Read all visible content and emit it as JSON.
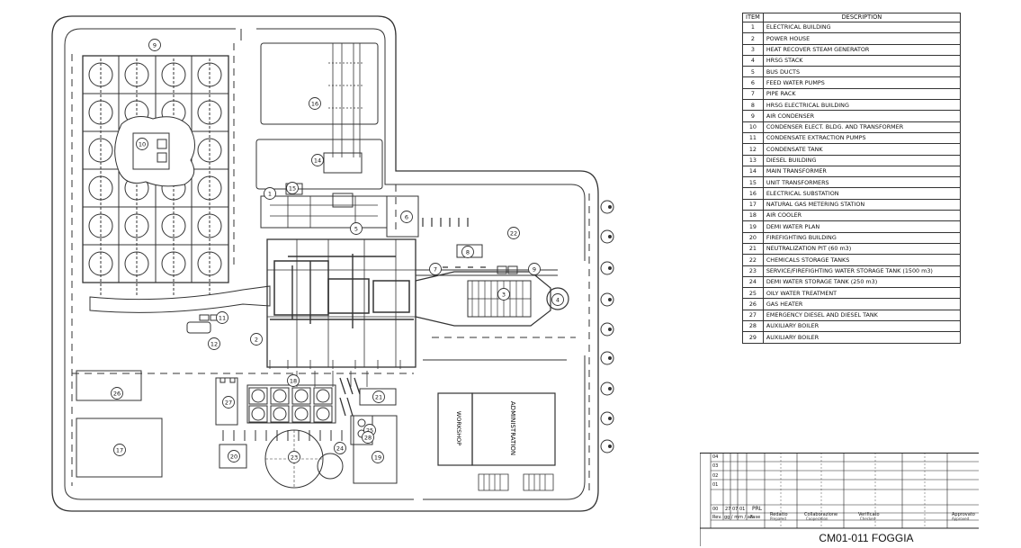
{
  "plan": {
    "labels": {
      "l1": "1",
      "l2": "2",
      "l3": "3",
      "l4": "4",
      "l5": "5",
      "l6": "6",
      "l7": "7",
      "l8": "8",
      "l9a": "9",
      "l9b": "9",
      "l10": "10",
      "l11": "11",
      "l12": "12",
      "l14": "14",
      "l15": "15",
      "l16": "16",
      "l17": "17",
      "l18": "18",
      "l19": "19",
      "l20": "20",
      "l21": "21",
      "l22": "22",
      "l23": "23",
      "l24": "24",
      "l25": "25",
      "l26": "26",
      "l27": "27",
      "l28": "28"
    },
    "workshop": "WORKSHOP",
    "administration": "ADMINISTRATION"
  },
  "legend": {
    "header": {
      "item": "ITEM",
      "description": "DESCRIPTION"
    },
    "rows": [
      {
        "n": "1",
        "d": "ELECTRICAL BUILDING"
      },
      {
        "n": "2",
        "d": "POWER HOUSE"
      },
      {
        "n": "3",
        "d": "HEAT RECOVER STEAM GENERATOR"
      },
      {
        "n": "4",
        "d": "HRSG STACK"
      },
      {
        "n": "5",
        "d": "BUS DUCTS"
      },
      {
        "n": "6",
        "d": "FEED WATER PUMPS"
      },
      {
        "n": "7",
        "d": "PIPE RACK"
      },
      {
        "n": "8",
        "d": "HRSG ELECTRICAL BUILDING"
      },
      {
        "n": "9",
        "d": "AIR CONDENSER"
      },
      {
        "n": "10",
        "d": "CONDENSER ELECT. BLDG. AND TRANSFORMER"
      },
      {
        "n": "11",
        "d": "CONDENSATE EXTRACTION PUMPS"
      },
      {
        "n": "12",
        "d": "CONDENSATE TANK"
      },
      {
        "n": "13",
        "d": "DIESEL BUILDING"
      },
      {
        "n": "14",
        "d": "MAIN TRANSFORMER"
      },
      {
        "n": "15",
        "d": "UNIT TRANSFORMERS"
      },
      {
        "n": "16",
        "d": "ELECTRICAL SUBSTATION"
      },
      {
        "n": "17",
        "d": "NATURAL GAS METERING STATION"
      },
      {
        "n": "18",
        "d": "AIR COOLER"
      },
      {
        "n": "19",
        "d": "DEMI WATER PLAN"
      },
      {
        "n": "20",
        "d": "FIREFIGHTING BUILDING"
      },
      {
        "n": "21",
        "d": "NEUTRALIZATION PIT (60 m3)"
      },
      {
        "n": "22",
        "d": "CHEMICALS STORAGE TANKS"
      },
      {
        "n": "23",
        "d": "SERVICE/FIREFIGHTING WATER STORAGE TANK (1500 m3)"
      },
      {
        "n": "24",
        "d": "DEMI WATER STORAGE TANK (250 m3)"
      },
      {
        "n": "25",
        "d": "OILY WATER TREATMENT"
      },
      {
        "n": "26",
        "d": "GAS HEATER"
      },
      {
        "n": "27",
        "d": "EMERGENCY DIESEL AND DIESEL TANK"
      },
      {
        "n": "28",
        "d": "AUXILIARY BOILER"
      },
      {
        "n": "29",
        "d": "AUXILIARY BOILER"
      }
    ]
  },
  "title_block": {
    "revs": [
      "04",
      "03",
      "02",
      "01",
      "00"
    ],
    "rev0": {
      "day": "27",
      "month": "07",
      "year": "01",
      "by": "PRL"
    },
    "col_rev": "Rev.",
    "col_date": "gg / mm / aa",
    "col_phase": "Fase",
    "prepared": "Redatto",
    "prepared_en": "Prepared",
    "cooperation": "Collaborazione",
    "cooperation_en": "Cooperation",
    "checked": "Verificato",
    "checked_en": "Checked",
    "approved": "Approvato",
    "approved_en": "Approved",
    "drawing_id": "CM01-011 FOGGIA"
  }
}
